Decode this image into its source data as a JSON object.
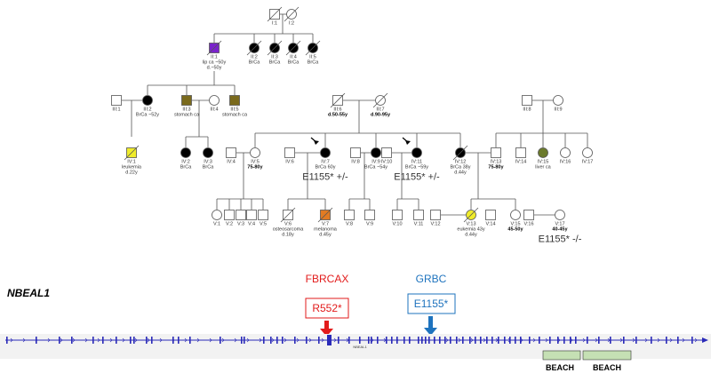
{
  "pedigree": {
    "gen1": [
      {
        "id": "I:1",
        "sex": "male",
        "status": "deceased"
      },
      {
        "id": "I:2",
        "sex": "female",
        "status": "deceased"
      }
    ],
    "gen2": [
      {
        "id": "II:1",
        "sex": "male",
        "fill": "#7a22cc",
        "lines": [
          "lip ca ~50y",
          "d.~50y"
        ]
      },
      {
        "id": "II:2",
        "sex": "female",
        "fill": "#000000",
        "lines": [
          "BrCa"
        ]
      },
      {
        "id": "II:3",
        "sex": "female",
        "fill": "#000000",
        "lines": [
          "BrCa"
        ]
      },
      {
        "id": "II:4",
        "sex": "female",
        "fill": "#000000",
        "lines": [
          "BrCa"
        ]
      },
      {
        "id": "II:5",
        "sex": "female",
        "fill": "#000000",
        "lines": [
          "BrCa"
        ]
      }
    ],
    "gen3": [
      {
        "id": "III:1",
        "sex": "male",
        "lines": []
      },
      {
        "id": "III:2",
        "sex": "female",
        "fill": "#000000",
        "lines": [
          "BrCa ~52y"
        ]
      },
      {
        "id": "III:3",
        "sex": "male",
        "fill": "#7a6a1c",
        "lines": [
          "stomach ca"
        ]
      },
      {
        "id": "III:4",
        "sex": "female",
        "lines": []
      },
      {
        "id": "III:5",
        "sex": "male",
        "fill": "#7a6a1c",
        "lines": [
          "stomach ca"
        ]
      },
      {
        "id": "III:6",
        "sex": "male",
        "lines": [
          "d.50-55y"
        ]
      },
      {
        "id": "III:7",
        "sex": "female",
        "lines": [
          "d.90-95y"
        ]
      },
      {
        "id": "III:8",
        "sex": "male",
        "lines": []
      },
      {
        "id": "III:9",
        "sex": "female",
        "lines": []
      }
    ],
    "gen4": [
      {
        "id": "IV:1",
        "sex": "male",
        "fill": "#f0ec2a",
        "lines": [
          "leukemia",
          "d.22y"
        ]
      },
      {
        "id": "IV:2",
        "sex": "female",
        "fill": "#000000",
        "lines": [
          "BrCa"
        ]
      },
      {
        "id": "IV:3",
        "sex": "female",
        "fill": "#000000",
        "lines": [
          "BrCa"
        ]
      },
      {
        "id": "IV:4",
        "sex": "male",
        "lines": []
      },
      {
        "id": "IV:5",
        "sex": "female",
        "lines": [
          "75-80y"
        ]
      },
      {
        "id": "IV:6",
        "sex": "male",
        "lines": []
      },
      {
        "id": "IV:7",
        "sex": "female",
        "fill": "#000000",
        "lines": [
          "BrCa 60y"
        ],
        "variant": "E1155* +/-"
      },
      {
        "id": "IV:8",
        "sex": "male",
        "lines": []
      },
      {
        "id": "IV:9",
        "sex": "female",
        "fill": "#000000",
        "lines": [
          "BrCa ~54y"
        ]
      },
      {
        "id": "IV:10",
        "sex": "male",
        "lines": []
      },
      {
        "id": "IV:11",
        "sex": "female",
        "fill": "#000000",
        "lines": [
          "BrCa ~59y"
        ],
        "variant": "E1155* +/-"
      },
      {
        "id": "IV:12",
        "sex": "female",
        "fill": "#000000",
        "lines": [
          "BrCa 38y",
          "d.44y"
        ]
      },
      {
        "id": "IV:13",
        "sex": "male",
        "lines": [
          "75-80y"
        ]
      },
      {
        "id": "IV:14",
        "sex": "male",
        "lines": []
      },
      {
        "id": "IV:15",
        "sex": "female",
        "fill": "#6b7a2c",
        "lines": [
          "liver ca"
        ]
      },
      {
        "id": "IV:16",
        "sex": "female",
        "lines": []
      },
      {
        "id": "IV:17",
        "sex": "female",
        "lines": []
      }
    ],
    "gen5": [
      {
        "id": "V:1",
        "sex": "female",
        "lines": []
      },
      {
        "id": "V:2",
        "sex": "male",
        "lines": []
      },
      {
        "id": "V:3",
        "sex": "male",
        "lines": []
      },
      {
        "id": "V:4",
        "sex": "male",
        "lines": []
      },
      {
        "id": "V:5",
        "sex": "male",
        "lines": []
      },
      {
        "id": "V:6",
        "sex": "male",
        "lines": [
          "osteosarcoma",
          "d.18y"
        ]
      },
      {
        "id": "V:7",
        "sex": "male",
        "fill": "#e27b22",
        "lines": [
          "melanoma",
          "d.45y"
        ]
      },
      {
        "id": "V:8",
        "sex": "male",
        "lines": []
      },
      {
        "id": "V:9",
        "sex": "male",
        "lines": []
      },
      {
        "id": "V:10",
        "sex": "male",
        "lines": []
      },
      {
        "id": "V:11",
        "sex": "male",
        "lines": []
      },
      {
        "id": "V:12",
        "sex": "male",
        "lines": []
      },
      {
        "id": "V:13",
        "sex": "female",
        "fill": "#f0ec2a",
        "lines": [
          "eukemia 43y",
          "d.44y"
        ]
      },
      {
        "id": "V:14",
        "sex": "male",
        "lines": []
      },
      {
        "id": "V:15",
        "sex": "female",
        "lines": [
          "45-50y"
        ]
      },
      {
        "id": "V:16",
        "sex": "male",
        "lines": []
      },
      {
        "id": "V:17",
        "sex": "female",
        "lines": [
          "40-45y"
        ],
        "variant": "E1155* -/-"
      }
    ]
  },
  "gene_track": {
    "gene_name": "NBEAL1",
    "track_label": "NBEAL1",
    "line_color": "#2a2ab8",
    "variants": [
      {
        "family": "FBRCAX",
        "mutation": "R552*",
        "color": "#e21b1b"
      },
      {
        "family": "GRBC",
        "mutation": "E1155*",
        "color": "#1e73be"
      }
    ],
    "domains": [
      {
        "label": "BEACH",
        "fill": "#c5e0b4"
      },
      {
        "label": "BEACH",
        "fill": "#c5e0b4"
      }
    ]
  }
}
